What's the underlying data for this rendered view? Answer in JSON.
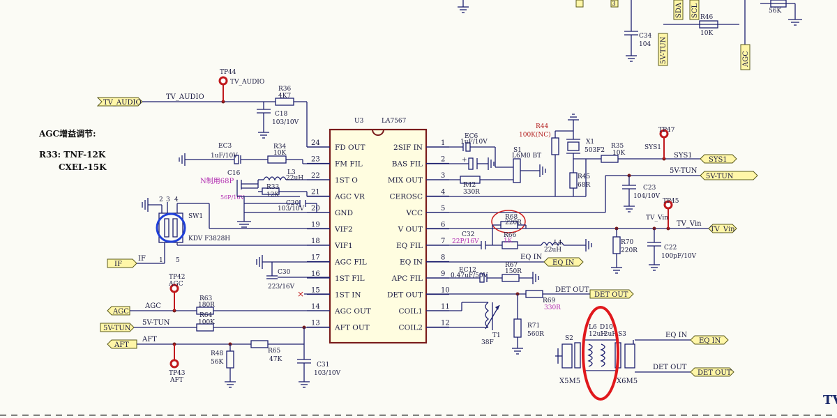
{
  "ic": {
    "ref": "U3",
    "part": "LA7567",
    "left_pins": [
      {
        "num": "24",
        "name": "FD OUT"
      },
      {
        "num": "23",
        "name": "FM FIL"
      },
      {
        "num": "22",
        "name": "1ST O"
      },
      {
        "num": "21",
        "name": "AGC VR"
      },
      {
        "num": "20",
        "name": "GND"
      },
      {
        "num": "19",
        "name": "VIF2"
      },
      {
        "num": "18",
        "name": "VIF1"
      },
      {
        "num": "17",
        "name": "AGC FIL"
      },
      {
        "num": "16",
        "name": "1ST FIL"
      },
      {
        "num": "15",
        "name": "1ST IN"
      },
      {
        "num": "14",
        "name": "AGC OUT"
      },
      {
        "num": "13",
        "name": "AFT OUT"
      }
    ],
    "right_pins": [
      {
        "num": "1",
        "name": "2SIF IN"
      },
      {
        "num": "2",
        "name": "BAS FIL"
      },
      {
        "num": "3",
        "name": "MIX OUT"
      },
      {
        "num": "4",
        "name": "CEROSC"
      },
      {
        "num": "5",
        "name": "VCC"
      },
      {
        "num": "6",
        "name": "V OUT"
      },
      {
        "num": "7",
        "name": "EQ FIL"
      },
      {
        "num": "8",
        "name": "EQ IN"
      },
      {
        "num": "9",
        "name": "APC FIL"
      },
      {
        "num": "10",
        "name": "DET OUT"
      },
      {
        "num": "11",
        "name": "COIL1"
      },
      {
        "num": "12",
        "name": "COIL2"
      }
    ]
  },
  "notes": {
    "title": "AGC增益调节:",
    "line1": "R33:  TNF-12K",
    "line2": "CXEL-15K"
  },
  "ports": {
    "tv_audio": "TV_AUDIO",
    "if": "IF",
    "agc": "AGC",
    "v5_tun": "5V-TUN",
    "aft": "AFT",
    "sys1": "SYS1",
    "v5_tun_r": "5V-TUN",
    "tv_vin": "TV_Vin",
    "eq_in": "EQ IN",
    "det_out": "DET OUT",
    "eq_in2": "EQ IN",
    "det_out2": "DET OUT",
    "agc_top": "AGC",
    "v5_tun_top": "5V-TUN",
    "sda": "SDA",
    "scl": "SCL"
  },
  "nets": {
    "tv_audio": "TV_AUDIO",
    "if": "IF",
    "agc": "AGC",
    "v5_tun": "5V-TUN",
    "aft": "AFT",
    "sys1": "SYS1",
    "v5_tun_r": "5V-TUN",
    "tv_vin": "TV_Vin",
    "eq_in": "EQ IN",
    "det_out": "DET OUT",
    "eq_in2": "EQ IN",
    "det_out2": "DET OUT"
  },
  "testpoints": {
    "tp44": "TP44",
    "tp44_net": "TV_AUDIO",
    "tp42": "TP42",
    "tp42_net": "AGC",
    "tp43": "TP43",
    "tp43_net": "AFT",
    "tp47": "TP47",
    "tp47_net": "SYS1",
    "tp45": "TP45",
    "tp45_net": "TV_Vin"
  },
  "components": {
    "r36": "R36",
    "r36v": "4K7",
    "c18": "C18",
    "c18v": "103/10V",
    "ec3": "EC3",
    "ec3v": "1uF/10V",
    "r34": "R34",
    "r34v": "10K",
    "c16": "C16",
    "c16v": "N制用68P",
    "c16v2": "56P/16V",
    "l3": "L3",
    "l3v": "22uH",
    "r33": "R33",
    "r33v": "12K",
    "c20": "C20",
    "c20v": "103/10V",
    "sw1": "SW1",
    "sw1v": "KDV  F3828H",
    "sw1p2": "2",
    "sw1p3": "3",
    "sw1p4": "4",
    "sw1p1": "1",
    "sw1p5": "5",
    "c30": "C30",
    "c30v": "223/16V",
    "r63": "R63",
    "r63v": "180R",
    "r64": "R64",
    "r64v": "100K",
    "r48": "R48",
    "r48v": "56K",
    "r65": "R65",
    "r65v": "47K",
    "c31": "C31",
    "c31v": "103/10V",
    "ec6": "EC6",
    "ec6v": "1uF/10V",
    "s1": "S1",
    "s1v": "L6M0 BT",
    "r42": "R42",
    "r42v": "330R",
    "r44": "R44",
    "r44v": "100K(NC)",
    "x1": "X1",
    "x1v": "503F2",
    "r45": "R45",
    "r45v": "68R",
    "r35": "R35",
    "r35v": "10K",
    "sys1_net": "SYS1",
    "c23": "C23",
    "c23v": "104/10V",
    "r68": "R68",
    "r68v": "220R",
    "c32": "C32",
    "c32v": "22P/16V",
    "r66": "R66",
    "r66v": "1K",
    "l4": "L4",
    "l4v": "22uH",
    "r70": "R70",
    "r70v": "220R",
    "c22": "C22",
    "c22v": "100pF/10V",
    "ec12": "EC12",
    "ec12v": "0.47uF/50V",
    "r67": "R67",
    "r67v": "150R",
    "r69": "R69",
    "r69v": "330R",
    "r71": "R71",
    "r71v": "560R",
    "t1": "T1",
    "t1v": "38F",
    "c34": "C34",
    "c34v": "104",
    "r46": "R46",
    "r46v": "10K",
    "r_top": "56K",
    "s2": "S2",
    "s3": "S3",
    "l6": "L6",
    "l6v": "12uH",
    "d10": "D10",
    "d10v": "12uH",
    "x5m5": "X5M5",
    "x6m5": "X6M5",
    "pin_top": "3"
  },
  "corner_text": "TV",
  "colors": {
    "wire": "#1c1f6e",
    "ic_border": "#7a1c1c",
    "testpoint": "#c0191c",
    "port_fill": "#fff6a8",
    "highlight_ring": "#e0181c",
    "sw_ring": "#1f3fd8",
    "value_magenta": "#b22fb2"
  }
}
